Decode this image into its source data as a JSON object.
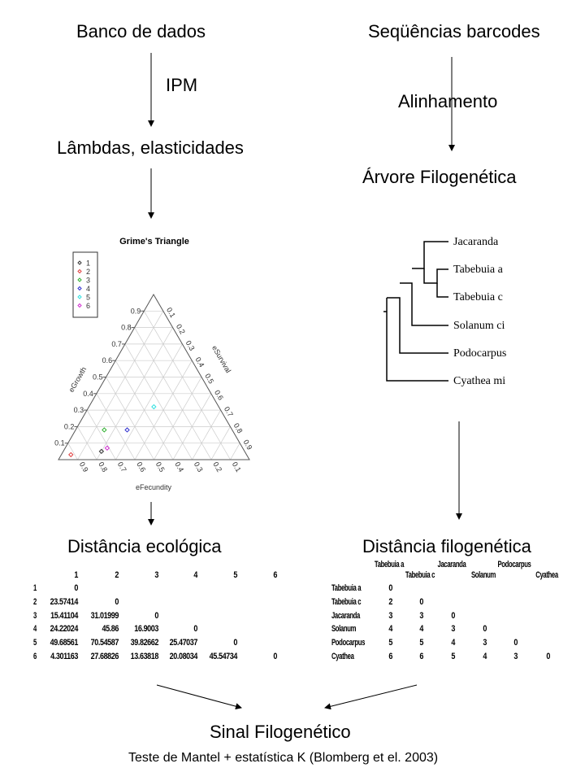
{
  "left_flow": {
    "step1": "Banco de dados",
    "arrow1_label": "IPM",
    "step2": "Lâmbdas, elasticidades",
    "step3": "Distância ecológica"
  },
  "right_flow": {
    "step1": "Seqüências barcodes",
    "arrow1_label": "Alinhamento",
    "step2": "Árvore Filogenética",
    "step3": "Distância filogenética"
  },
  "result": {
    "title": "Sinal Filogenético",
    "subtitle": "Teste de Mantel + estatística K (Blomberg et el. 2003)"
  },
  "chart_data": {
    "type": "scatter",
    "subtype": "ternary",
    "title": "Grime's Triangle",
    "axes": {
      "left": "eGrowth",
      "right": "eSurvival",
      "bottom": "eFecundity"
    },
    "ticks": {
      "growth": [
        "0.1",
        "0.2",
        "0.3",
        "0.4",
        "0.5",
        "0.6",
        "0.7",
        "0.8",
        "0.9"
      ],
      "survival": [
        "0.1",
        "0.2",
        "0.3",
        "0.4",
        "0.5",
        "0.6",
        "0.7",
        "0.8",
        "0.9"
      ],
      "fecundity": [
        "0.9",
        "0.8",
        "0.7",
        "0.6",
        "0.5",
        "0.4",
        "0.3",
        "0.2",
        "0.1"
      ]
    },
    "legend": {
      "placement": "top-left",
      "entries": [
        "1",
        "2",
        "3",
        "4",
        "5",
        "6"
      ]
    },
    "colors": [
      "#333333",
      "#e04040",
      "#30b030",
      "#3030d0",
      "#30e0e0",
      "#d030d0"
    ],
    "points": [
      {
        "name": "1",
        "growth": 0.05,
        "fecundity": 0.75,
        "survival": 0.2
      },
      {
        "name": "2",
        "growth": 0.03,
        "fecundity": 0.92,
        "survival": 0.05
      },
      {
        "name": "3",
        "growth": 0.18,
        "fecundity": 0.67,
        "survival": 0.15
      },
      {
        "name": "4",
        "growth": 0.18,
        "fecundity": 0.55,
        "survival": 0.27
      },
      {
        "name": "5",
        "growth": 0.32,
        "fecundity": 0.34,
        "survival": 0.34
      },
      {
        "name": "6",
        "growth": 0.07,
        "fecundity": 0.71,
        "survival": 0.22
      }
    ]
  },
  "tree": {
    "tips": [
      "Jacaranda",
      "Tabebuia a",
      "Tabebuia c",
      "Solanum ci",
      "Podocarpus",
      "Cyathea mi"
    ]
  },
  "eco_matrix": {
    "headers": [
      "1",
      "2",
      "3",
      "4",
      "5",
      "6"
    ],
    "rows": [
      {
        "label": "1",
        "values": [
          "0"
        ]
      },
      {
        "label": "2",
        "values": [
          "23.57414",
          "0"
        ]
      },
      {
        "label": "3",
        "values": [
          "15.41104",
          "31.01999",
          "0"
        ]
      },
      {
        "label": "4",
        "values": [
          "24.22024",
          "45.86",
          "16.9003",
          "0"
        ]
      },
      {
        "label": "5",
        "values": [
          "49.68561",
          "70.54587",
          "39.82662",
          "25.47037",
          "0"
        ]
      },
      {
        "label": "6",
        "values": [
          "4.301163",
          "27.68826",
          "13.63818",
          "20.08034",
          "45.54734",
          "0"
        ]
      }
    ]
  },
  "phylo_matrix": {
    "headers": [
      "Tabebuia a",
      "Tabebuia c",
      "Jacaranda",
      "Solanum",
      "Podocarpus",
      "Cyathea"
    ],
    "rows": [
      {
        "label": "Tabebuia a",
        "values": [
          "0"
        ]
      },
      {
        "label": "Tabebuia c",
        "values": [
          "2",
          "0"
        ]
      },
      {
        "label": "Jacaranda",
        "values": [
          "3",
          "3",
          "0"
        ]
      },
      {
        "label": "Solanum",
        "values": [
          "4",
          "4",
          "3",
          "0"
        ]
      },
      {
        "label": "Podocarpus",
        "values": [
          "5",
          "5",
          "4",
          "3",
          "0"
        ]
      },
      {
        "label": "Cyathea",
        "values": [
          "6",
          "6",
          "5",
          "4",
          "3",
          "0"
        ]
      }
    ]
  }
}
